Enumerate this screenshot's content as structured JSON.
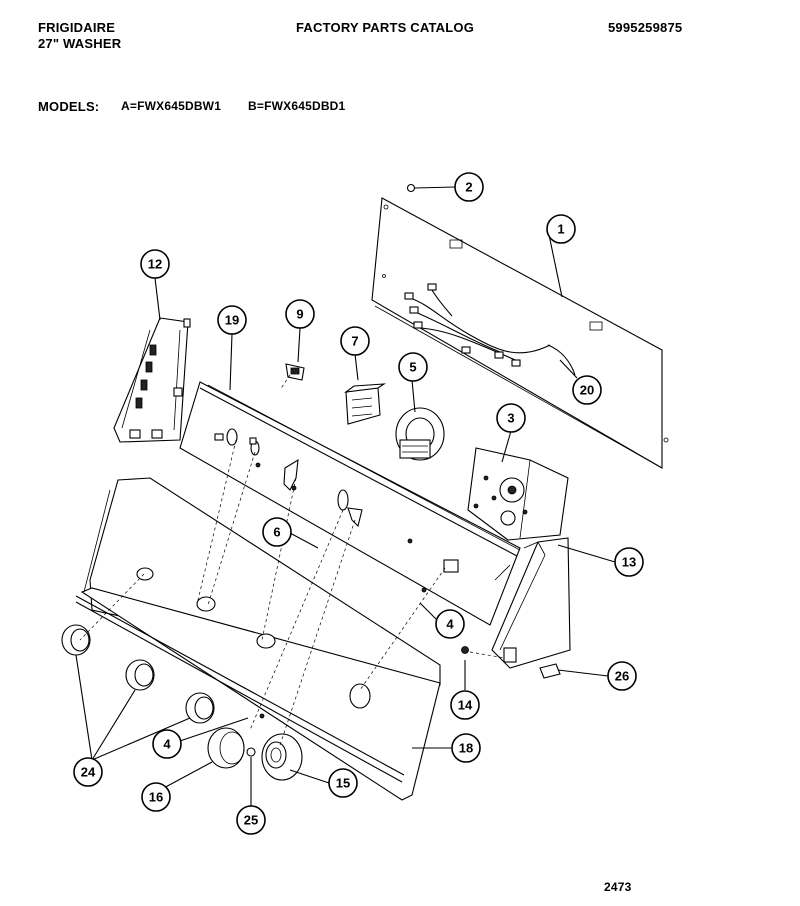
{
  "header": {
    "brand": "FRIGIDAIRE",
    "product": "27\" WASHER",
    "catalog_title": "FACTORY PARTS CATALOG",
    "catalog_number": "5995259875",
    "models_label": "MODELS:",
    "model_a": "A=FWX645DBW1",
    "model_b": "B=FWX645DBD1"
  },
  "page_number": "2473",
  "callouts": {
    "c1": "1",
    "c2": "2",
    "c3": "3",
    "c4a": "4",
    "c4b": "4",
    "c5": "5",
    "c6": "6",
    "c7": "7",
    "c9": "9",
    "c12": "12",
    "c13": "13",
    "c14": "14",
    "c15": "15",
    "c16": "16",
    "c18": "18",
    "c19": "19",
    "c20": "20",
    "c24": "24",
    "c25": "25",
    "c26": "26"
  }
}
